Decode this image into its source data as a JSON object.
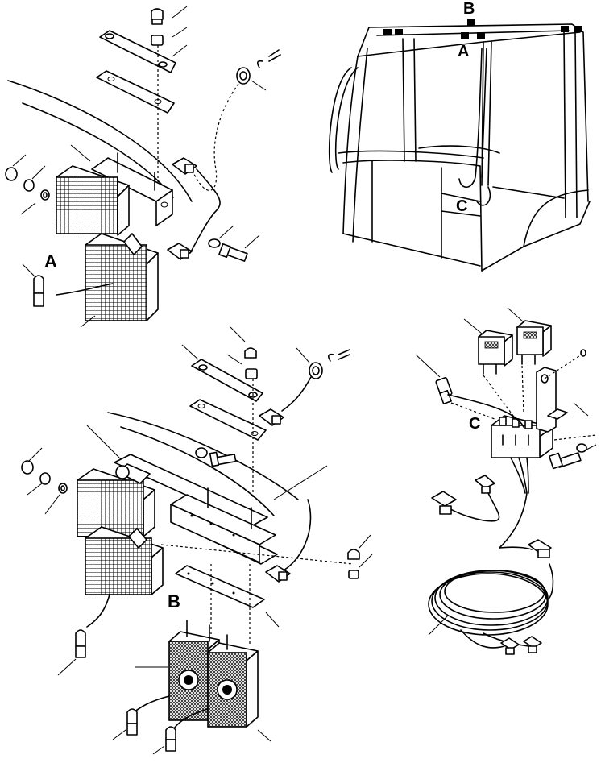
{
  "diagram": {
    "labels": {
      "a_lamp_top": "A",
      "a_cab": "A",
      "b_cab": "B",
      "c_cab": "C",
      "b_lamp_bottom": "B",
      "c_relay": "C"
    },
    "icons": {
      "lens_pattern": "grid-hatch",
      "glass": "cab-frame"
    },
    "colors": {
      "ink": "#000000",
      "paper": "#ffffff"
    }
  }
}
